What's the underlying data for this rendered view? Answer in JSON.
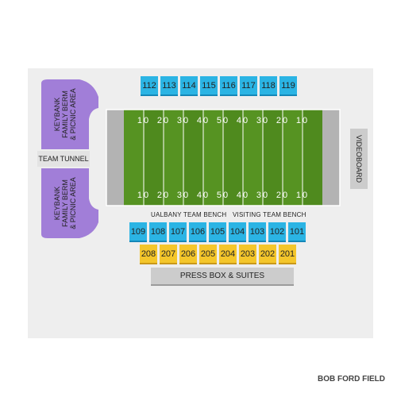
{
  "venue": "BOB FORD FIELD",
  "top_sections": [
    "112",
    "113",
    "114",
    "115",
    "116",
    "117",
    "118",
    "119"
  ],
  "lower_sections": [
    "109",
    "108",
    "107",
    "106",
    "105",
    "104",
    "103",
    "102",
    "101"
  ],
  "yellow_sections": [
    "208",
    "207",
    "206",
    "205",
    "204",
    "203",
    "202",
    "201"
  ],
  "berm_label_line1": "KEYBANK",
  "berm_label_line2": "FAMILY BERM",
  "berm_label_line3": "& PICNIC AREA",
  "team_tunnel": "TEAM TUNNEL",
  "videoboard": "VIDEOBOARD",
  "press_box": "PRESS BOX & SUITES",
  "home_bench": "UALBANY TEAM BENCH",
  "visiting_bench": "VISITING TEAM BENCH",
  "yard_numbers": [
    "10",
    "20",
    "30",
    "40",
    "50",
    "40",
    "30",
    "20",
    "10"
  ],
  "colors": {
    "section_blue": "#2bb4e4",
    "section_yellow": "#f4c62b",
    "berm_purple": "#a17ed8",
    "field_green": "#4f8a1e",
    "panel_grey": "#eeeeee"
  }
}
